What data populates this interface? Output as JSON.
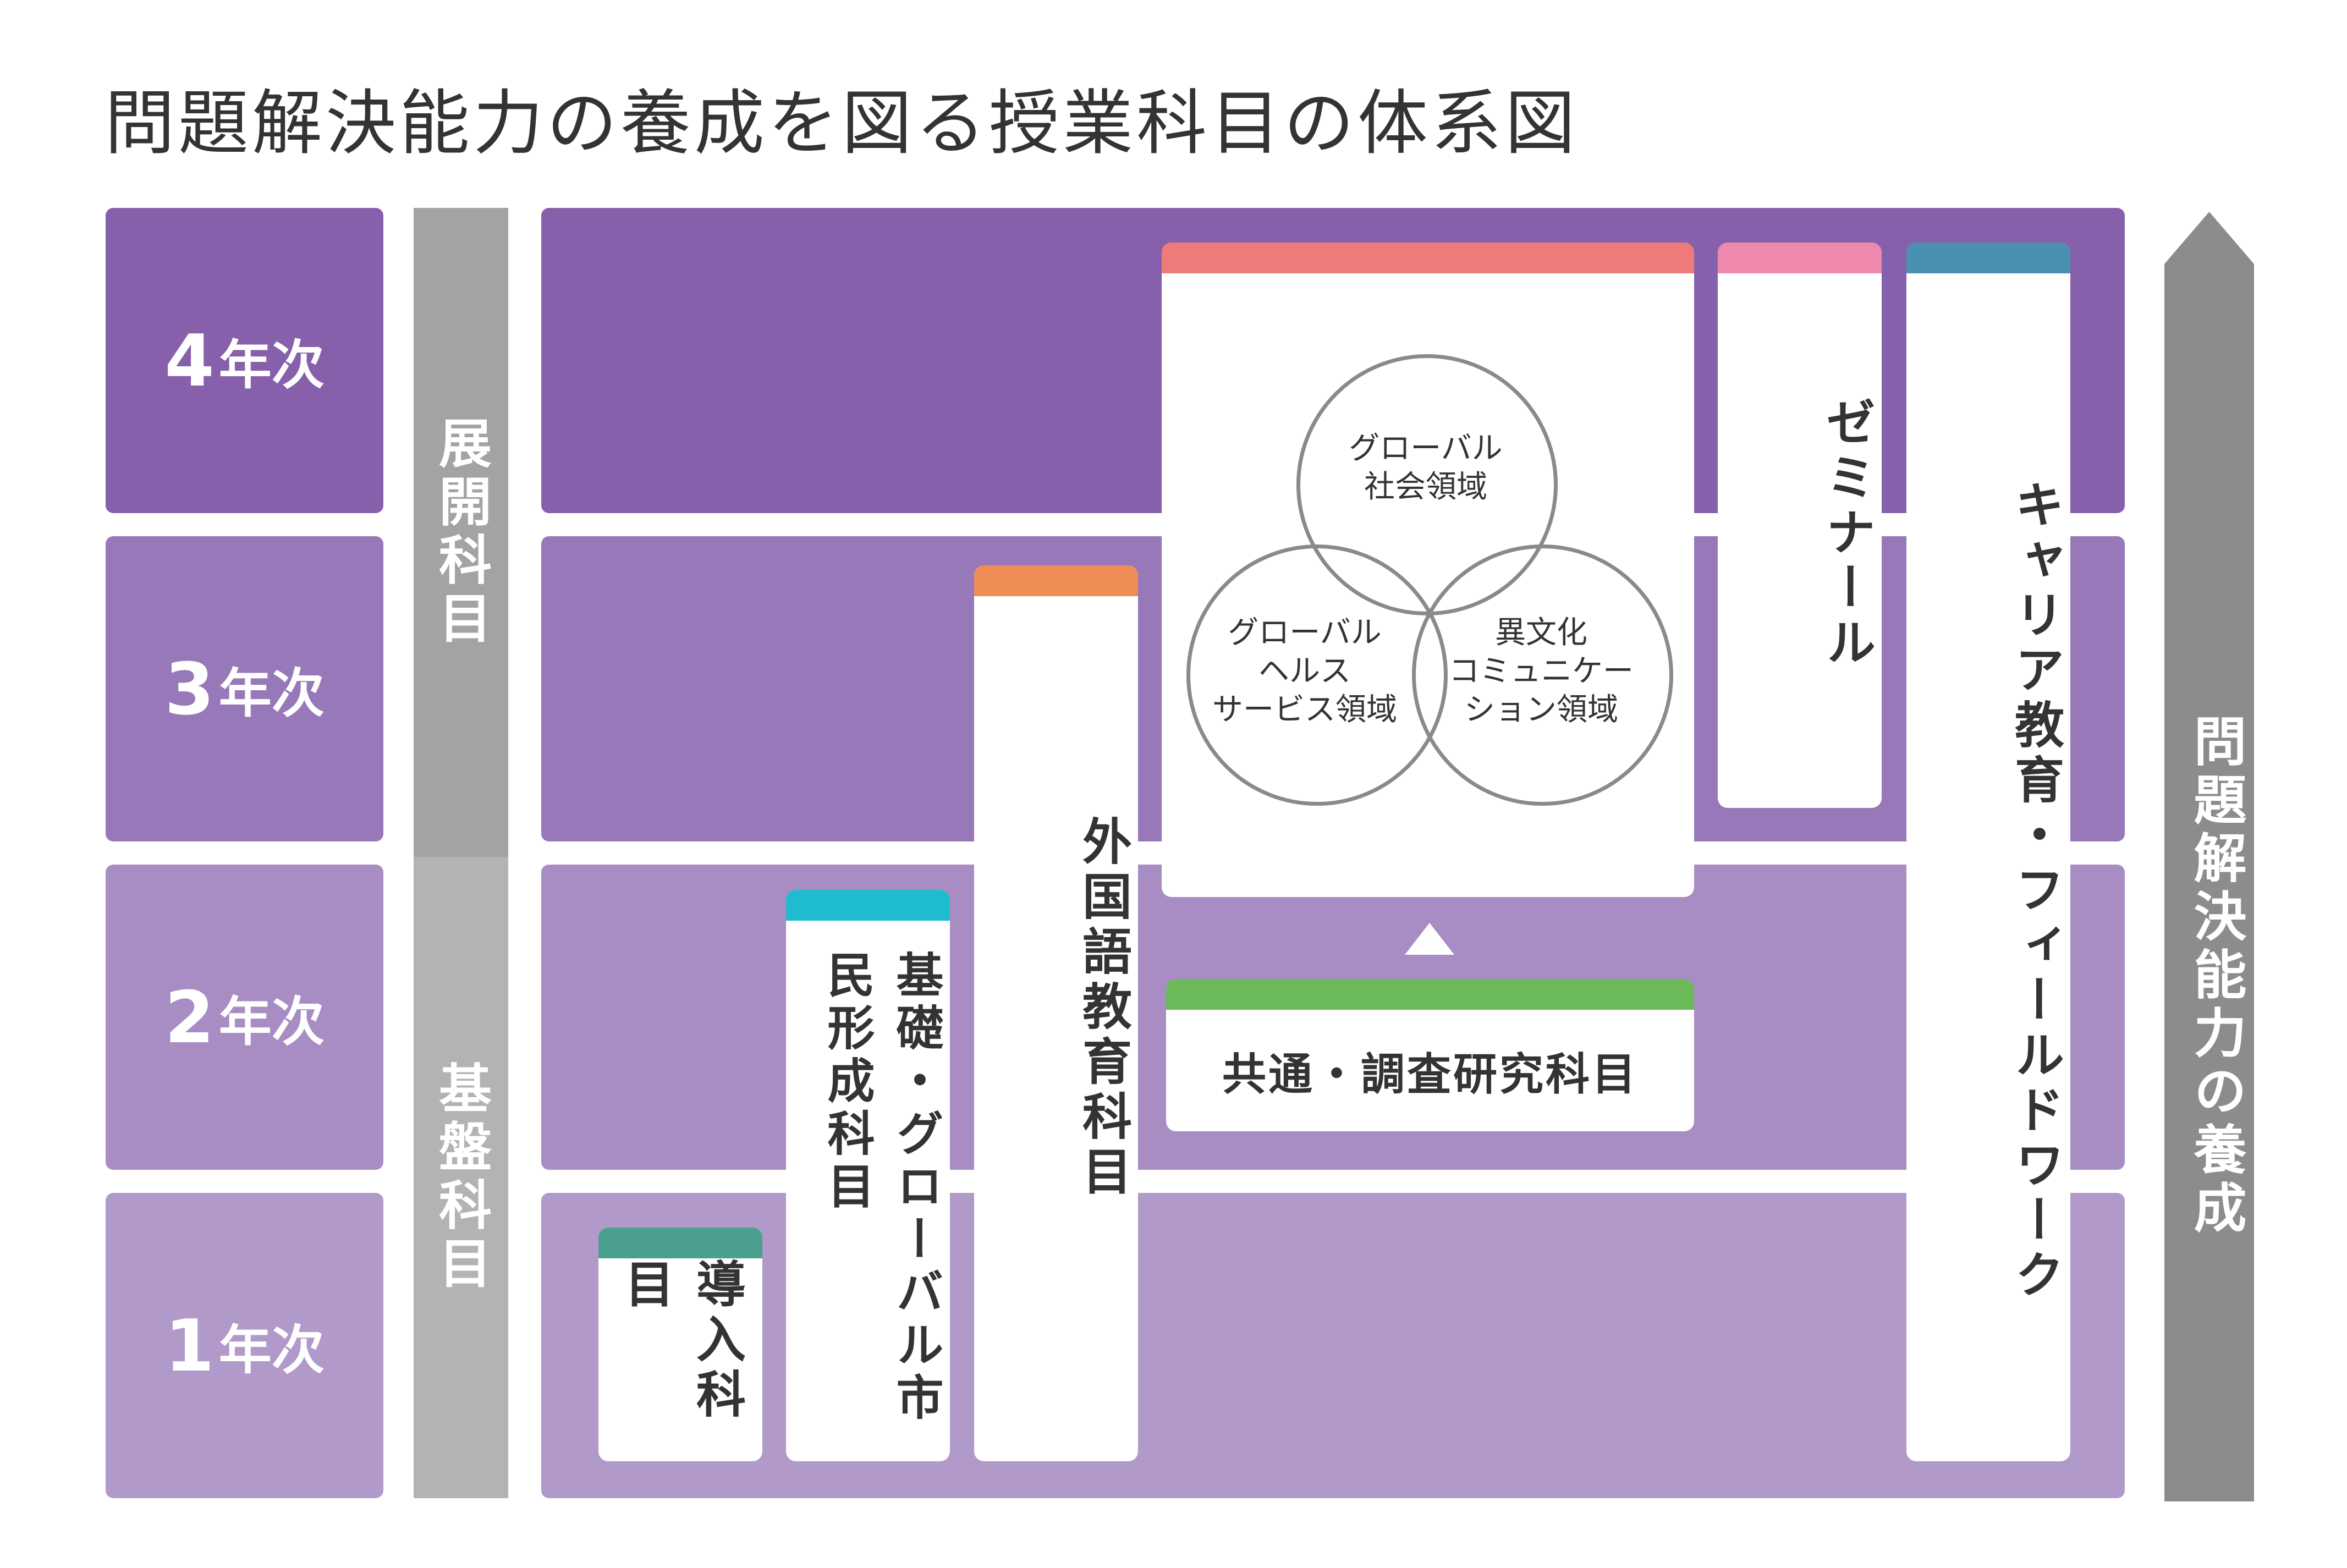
{
  "title": "問題解決能力の養成を図る授業科目の体系図",
  "years": [
    {
      "num": "4",
      "suffix": "年次"
    },
    {
      "num": "3",
      "suffix": "年次"
    },
    {
      "num": "2",
      "suffix": "年次"
    },
    {
      "num": "1",
      "suffix": "年次"
    }
  ],
  "categories": {
    "advanced": "展開科目",
    "foundation": "基盤科目"
  },
  "courses": {
    "intro": {
      "label": "導入科目"
    },
    "basic": {
      "label": "基礎・グローバル市民形成科目"
    },
    "language": {
      "label": "外国語教育科目"
    },
    "common": {
      "label": "共通・調査研究科目"
    },
    "seminar": {
      "label": "ゼミナール"
    },
    "career": {
      "label": "キャリア教育・フィールドワーク"
    }
  },
  "domains": {
    "global_society": "グローバル\n社会領域",
    "global_health": "グローバル\nヘルス\nサービス領域",
    "intercultural": "異文化\nコミュニケー\nション領域"
  },
  "arrow_label": "問題解決能力の養成",
  "colors": {
    "year4": "#8760ab",
    "year3": "#9778b8",
    "year2": "#a88dc4",
    "year1": "#b199c9",
    "advanced_bar": "#a3a3a3",
    "foundation_bar": "#b3b3b3",
    "arrow": "#8c8c8c",
    "cap_domains": "#ef7a7a",
    "cap_seminar": "#ee88ad",
    "cap_career": "#4a90b0",
    "cap_language": "#f08c55",
    "cap_basic": "#1fbcd0",
    "cap_intro": "#4a9f8f",
    "cap_common": "#6cb95a"
  }
}
